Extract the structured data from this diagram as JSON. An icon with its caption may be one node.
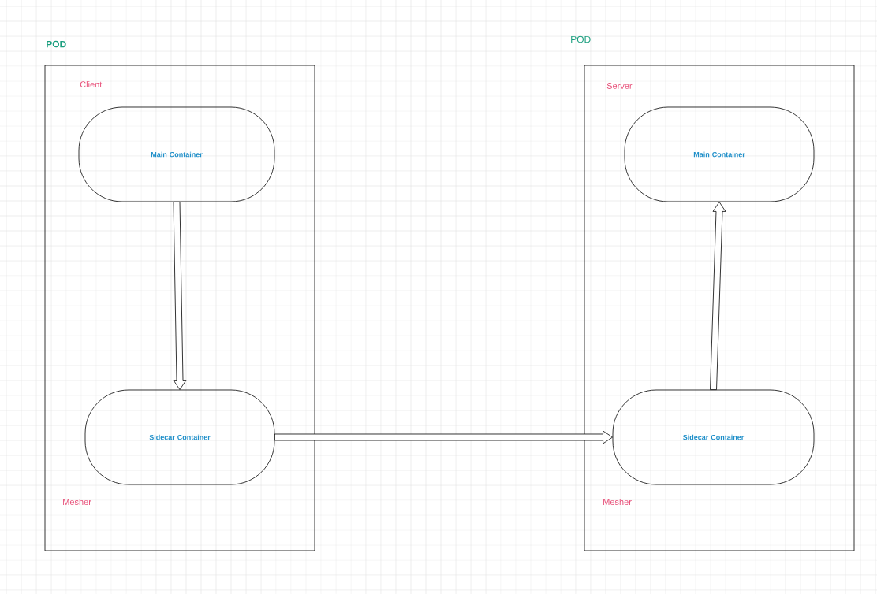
{
  "diagram": {
    "nodes": [
      {
        "text": [
          "POD",
          "Client",
          "Mesher"
        ]
      },
      {
        "text": [
          "Main Container"
        ],
        "in": 0
      },
      {
        "text": [
          "Sidecar Container"
        ],
        "in": 0
      },
      {
        "text": [
          "POD",
          "Server",
          "Mesher"
        ]
      },
      {
        "text": [
          "Main Container"
        ],
        "in": 3
      },
      {
        "text": [
          "Sidecar Container"
        ],
        "in": 3
      }
    ],
    "edges": [
      {
        "from": 1,
        "to": 2,
        "arrow": "to"
      },
      {
        "from": 2,
        "to": 5,
        "arrow": "to"
      },
      {
        "from": 5,
        "to": 4,
        "arrow": "to"
      }
    ]
  }
}
